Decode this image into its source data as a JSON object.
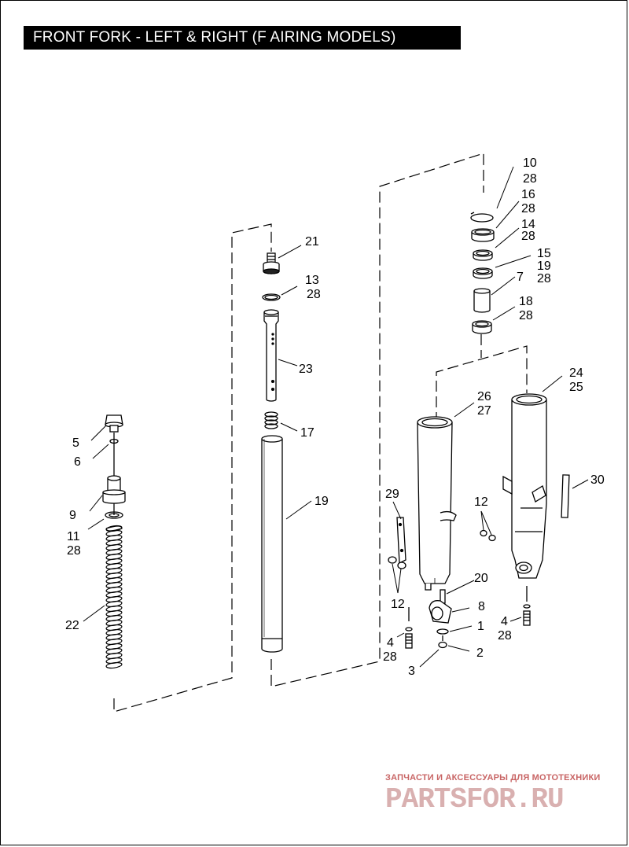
{
  "title": "FRONT FORK - LEFT & RIGHT (F AIRING MODELS)",
  "callouts": {
    "c21": "21",
    "c13": "13",
    "c13b": "28",
    "c23": "23",
    "c17": "17",
    "c19": "19",
    "c5": "5",
    "c6": "6",
    "c9": "9",
    "c11": "11",
    "c11b": "28",
    "c22": "22",
    "c10": "10",
    "c10b": "28",
    "c16": "16",
    "c16b": "28",
    "c14": "14",
    "c14b": "28",
    "c15": "15",
    "c15b": "19",
    "c15c": "28",
    "c7": "7",
    "c18": "18",
    "c18b": "28",
    "c24": "24",
    "c24b": "25",
    "c26": "26",
    "c26b": "27",
    "c30": "30",
    "c12a": "12",
    "c29": "29",
    "c20": "20",
    "c12b": "12",
    "c8": "8",
    "c1": "1",
    "c4a": "4",
    "c4ab": "28",
    "c2": "2",
    "c3": "3",
    "c4b": "4",
    "c4bb": "28"
  },
  "watermark": {
    "subtitle": "ЗАПЧАСТИ И АКСЕССУАРЫ ДЛЯ МОТОТЕХНИКИ",
    "brand": "PARTSFOR.RU"
  }
}
